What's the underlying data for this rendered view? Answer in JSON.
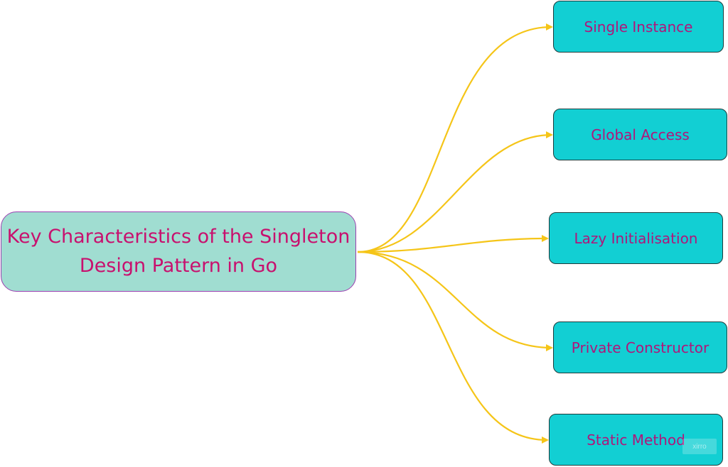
{
  "diagram": {
    "central_topic": {
      "line1": "Key Characteristics of the Singleton",
      "line2": "Design Pattern in Go"
    },
    "branches": [
      {
        "label": "Single Instance"
      },
      {
        "label": "Global Access"
      },
      {
        "label": "Lazy Initialisation"
      },
      {
        "label": "Private Constructor"
      },
      {
        "label": "Static Method"
      }
    ],
    "colors": {
      "edge": "#f5c518",
      "central_fill": "#a0ddd1",
      "central_border": "#9b3fb0",
      "central_text": "#c8106e",
      "node_fill": "#12cfd3",
      "node_text": "#b0167a"
    }
  },
  "watermark": {
    "text": "xirro"
  }
}
